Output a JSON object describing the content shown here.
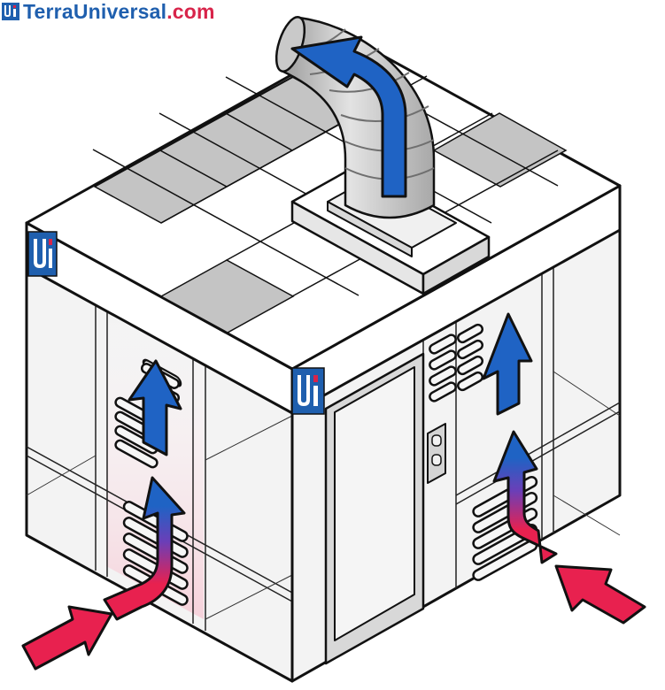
{
  "logo": {
    "main": "TerraUniversal",
    "tld": ".com",
    "mark_letters": "Ui"
  },
  "colors": {
    "brand_blue": "#1f5fae",
    "brand_red": "#d8244a",
    "intake_red": "#e8214f",
    "exhaust_blue": "#1f63c4",
    "panel_white": "#f4f4f4",
    "filter_gray": "#c4c4c4",
    "outline": "#111111"
  }
}
